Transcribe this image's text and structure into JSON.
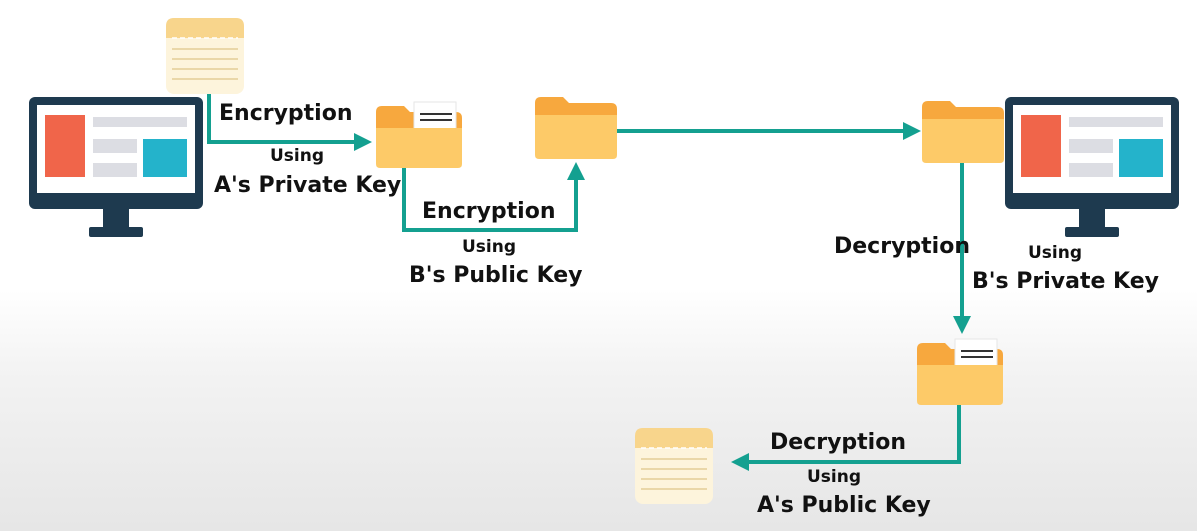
{
  "colors": {
    "arrow": "#14a090",
    "monitor": "#1e3a4f",
    "screen_red": "#f0654a",
    "screen_teal": "#24b3cb",
    "screen_bar": "#dcdde3",
    "folder_back": "#f7a83e",
    "folder_front": "#fdca68",
    "note_top": "#f8d58c",
    "note_body": "#fdf4dc",
    "note_line": "#ead7a8"
  },
  "labels": {
    "step1": {
      "action": "Encryption",
      "using": "Using",
      "key": "A's Private Key"
    },
    "step2": {
      "action": "Encryption",
      "using": "Using",
      "key": "B's Public Key"
    },
    "step3": {
      "action": "Decryption",
      "using": "Using",
      "key": "B's Private Key"
    },
    "step4": {
      "action": "Decryption",
      "using": "Using",
      "key": "A's Public Key"
    }
  }
}
